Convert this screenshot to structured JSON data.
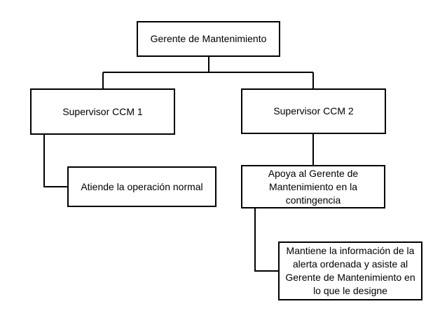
{
  "diagram": {
    "type": "org-chart",
    "colors": {
      "box_border": "#000000",
      "box_fill": "#ffffff",
      "text": "#000000",
      "connector": "#000000",
      "background": "#ffffff"
    },
    "nodes": {
      "gerente": {
        "lines": [
          "Gerente de Mantenimiento"
        ]
      },
      "supervisor1": {
        "lines": [
          "Supervisor CCM 1"
        ]
      },
      "supervisor2": {
        "lines": [
          "Supervisor CCM 2"
        ]
      },
      "atiende": {
        "lines": [
          "Atiende la operación normal"
        ]
      },
      "apoya": {
        "lines": [
          "Apoya al Gerente de",
          "Mantenimiento en la",
          "contingencia"
        ]
      },
      "mantiene": {
        "lines": [
          "Mantiene la información de la",
          "alerta ordenada y asiste al",
          "Gerente de Mantenimiento en",
          "lo que le designe"
        ]
      }
    }
  }
}
